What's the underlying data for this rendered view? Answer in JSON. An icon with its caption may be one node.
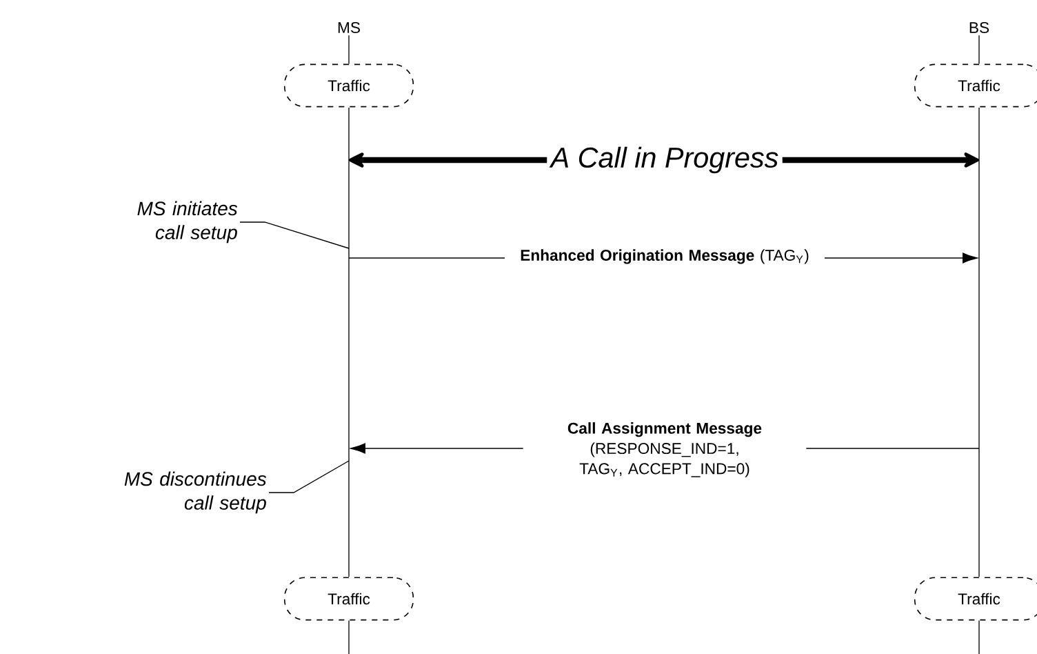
{
  "diagram": {
    "nodes": [
      {
        "text": [
          "MS"
        ]
      },
      {
        "text": [
          "BS"
        ]
      },
      {
        "text": [
          "Traffic"
        ]
      },
      {
        "text": [
          "Traffic"
        ]
      },
      {
        "text": [],
        "shape": "bar"
      },
      {
        "text": [],
        "shape": "bar"
      },
      {
        "text": [
          "Traffic"
        ]
      },
      {
        "text": [
          "Traffic"
        ]
      },
      {
        "text": [
          "MS initiates call setup"
        ]
      },
      {
        "text": [
          "MS discontinues call setup"
        ]
      }
    ],
    "edges": [
      {
        "from": 0,
        "to": 2,
        "arrow": "none"
      },
      {
        "from": 1,
        "to": 3,
        "arrow": "none"
      },
      {
        "from": 4,
        "to": 5,
        "arrow": "both",
        "style": "thick",
        "label": "A Call in Progress"
      },
      {
        "from": 4,
        "to": 5,
        "arrow": "to",
        "label": "**Enhanced Origination Message** (TAG$_{Y}$)"
      },
      {
        "from": 5,
        "to": 4,
        "arrow": "to",
        "label": "**Call Assignment Message** (RESPONSE_IND=1, TAG$_{Y}$, ACCEPT_IND=0)"
      },
      {
        "from": 8,
        "to": 4,
        "arrow": "none"
      },
      {
        "from": 9,
        "to": 4,
        "arrow": "none"
      },
      {
        "from": 6,
        "to": null,
        "arrow": "none"
      },
      {
        "from": 7,
        "to": null,
        "arrow": "none"
      }
    ]
  }
}
